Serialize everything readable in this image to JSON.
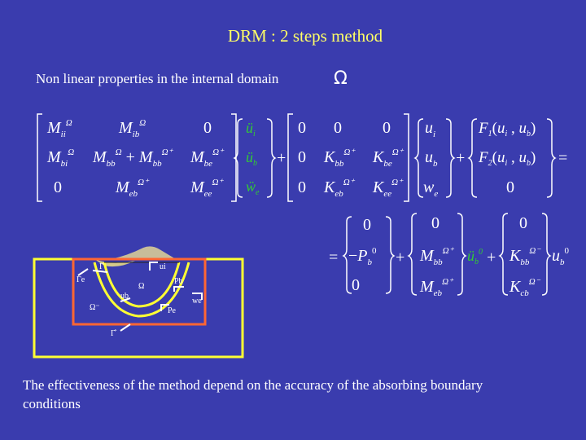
{
  "title": "DRM : 2 steps method",
  "subtitle": "Non linear properties in the internal domain",
  "omega_symbol": "Ω",
  "footer": "The effectiveness of the method depend on the accuracy of the absorbing boundary conditions",
  "colors": {
    "background": "#3a3cae",
    "title": "#ffff66",
    "text": "#ffffff",
    "yellow_boundary": "#ffff33",
    "orange_boundary": "#ff6633",
    "green_glyph": "#33cc33"
  },
  "figure_labels": {
    "gamma_plus": "Γ",
    "gamma_e": "Γe",
    "omega": "Ω",
    "omega_minus": "Ω⁻",
    "gamma_hat": "Γ̂",
    "ui": "ui",
    "ub": "ub",
    "pb": "Pb",
    "pe": "Pe",
    "we": "we"
  },
  "equation1": {
    "mass_matrix": [
      [
        "M",
        "M",
        "0"
      ],
      [
        "M",
        "M + M",
        "M"
      ],
      [
        "0",
        "M",
        "M"
      ]
    ],
    "stiffness_matrix": [
      [
        "0",
        "0",
        "0"
      ],
      [
        "0",
        "K",
        "K"
      ],
      [
        "0",
        "K",
        "K"
      ]
    ],
    "displacement_vector": [
      "u",
      "u",
      "w"
    ],
    "force_vector": [
      "F₁(uᵢ , u_b)",
      "F₂(uᵢ , u_b)",
      "0"
    ],
    "rhs": "= "
  },
  "equation2": {
    "load_vector": [
      "0",
      "−P⁰",
      "0"
    ],
    "matrix_a": [
      "0",
      "M",
      "M"
    ],
    "matrix_b": [
      "0",
      "K",
      "K"
    ],
    "u0": "u⁰"
  }
}
